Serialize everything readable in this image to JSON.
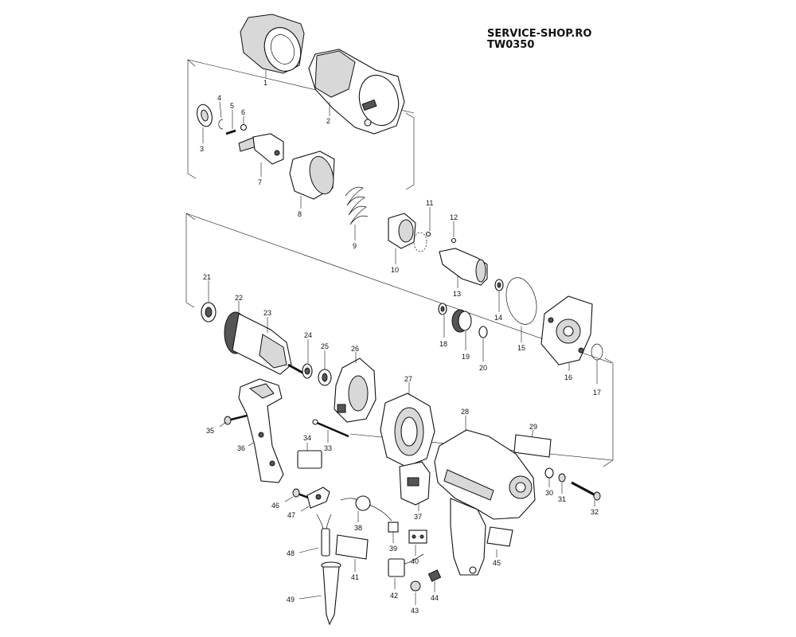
{
  "header": {
    "shop": "SERVICE-SHOP.RO",
    "model": "TW0350"
  },
  "parts": [
    {
      "no": "1"
    },
    {
      "no": "2"
    },
    {
      "no": "3"
    },
    {
      "no": "4"
    },
    {
      "no": "5"
    },
    {
      "no": "6"
    },
    {
      "no": "7"
    },
    {
      "no": "8"
    },
    {
      "no": "9"
    },
    {
      "no": "10"
    },
    {
      "no": "11"
    },
    {
      "no": "12"
    },
    {
      "no": "13"
    },
    {
      "no": "14"
    },
    {
      "no": "15"
    },
    {
      "no": "16"
    },
    {
      "no": "17"
    },
    {
      "no": "18"
    },
    {
      "no": "19"
    },
    {
      "no": "20"
    },
    {
      "no": "21"
    },
    {
      "no": "22"
    },
    {
      "no": "23"
    },
    {
      "no": "24"
    },
    {
      "no": "25"
    },
    {
      "no": "26"
    },
    {
      "no": "27"
    },
    {
      "no": "28"
    },
    {
      "no": "29"
    },
    {
      "no": "30"
    },
    {
      "no": "31"
    },
    {
      "no": "32"
    },
    {
      "no": "33"
    },
    {
      "no": "34"
    },
    {
      "no": "35"
    },
    {
      "no": "36"
    },
    {
      "no": "37"
    },
    {
      "no": "38"
    },
    {
      "no": "39"
    },
    {
      "no": "40"
    },
    {
      "no": "41"
    },
    {
      "no": "42"
    },
    {
      "no": "43"
    },
    {
      "no": "44"
    },
    {
      "no": "45"
    },
    {
      "no": "46"
    },
    {
      "no": "47"
    },
    {
      "no": "48"
    },
    {
      "no": "49"
    }
  ]
}
